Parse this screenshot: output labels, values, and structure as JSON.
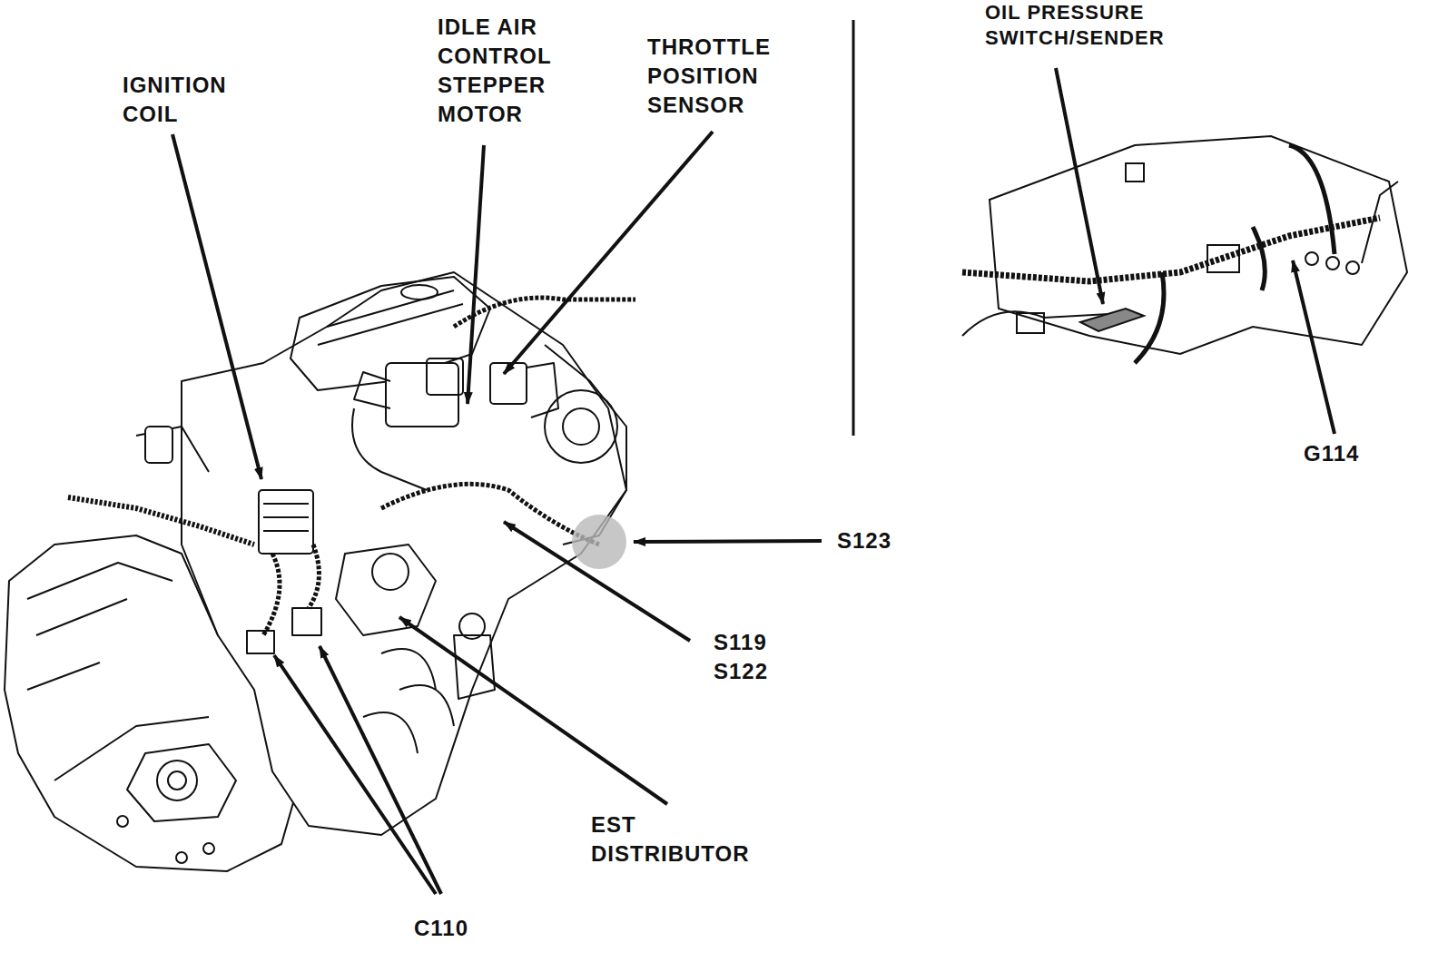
{
  "diagram": {
    "labels": [
      "IGNITION COIL",
      "IDLE AIR CONTROL STEPPER MOTOR",
      "THROTTLE POSITION SENSOR",
      "OIL PRESSURE SWITCH/SENDER",
      "G114",
      "S123",
      "S119",
      "S122",
      "EST DISTRIBUTOR",
      "C110"
    ]
  }
}
